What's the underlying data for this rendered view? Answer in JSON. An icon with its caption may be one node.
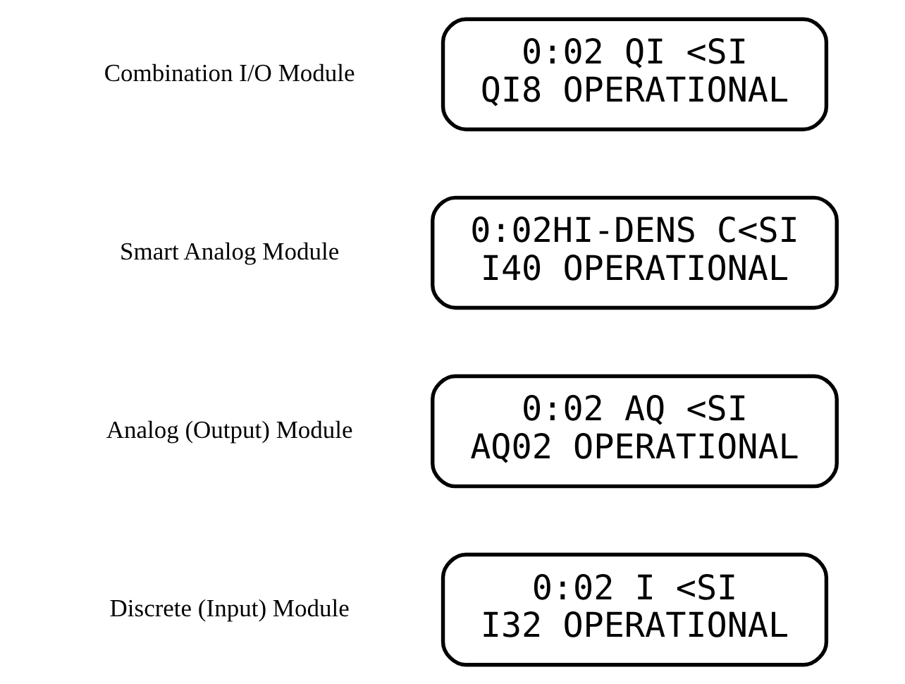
{
  "diagram": {
    "nodes": [
      {
        "text": [
          "0:02 I <SI",
          "I32 OPERATIONAL"
        ],
        "beside": [
          "Discrete (Input) Module"
        ]
      },
      {
        "text": [
          "0:02 AQ <SI",
          "AQ02 OPERATIONAL"
        ],
        "beside": [
          "Analog (Output) Module"
        ]
      },
      {
        "text": [
          "0:02HI-DENS C<SI",
          "I40 OPERATIONAL"
        ],
        "beside": [
          "Smart Analog Module"
        ]
      },
      {
        "text": [
          "0:02 QI <SI",
          "QI8 OPERATIONAL"
        ],
        "beside": [
          "Combination I/O Module"
        ]
      }
    ]
  }
}
